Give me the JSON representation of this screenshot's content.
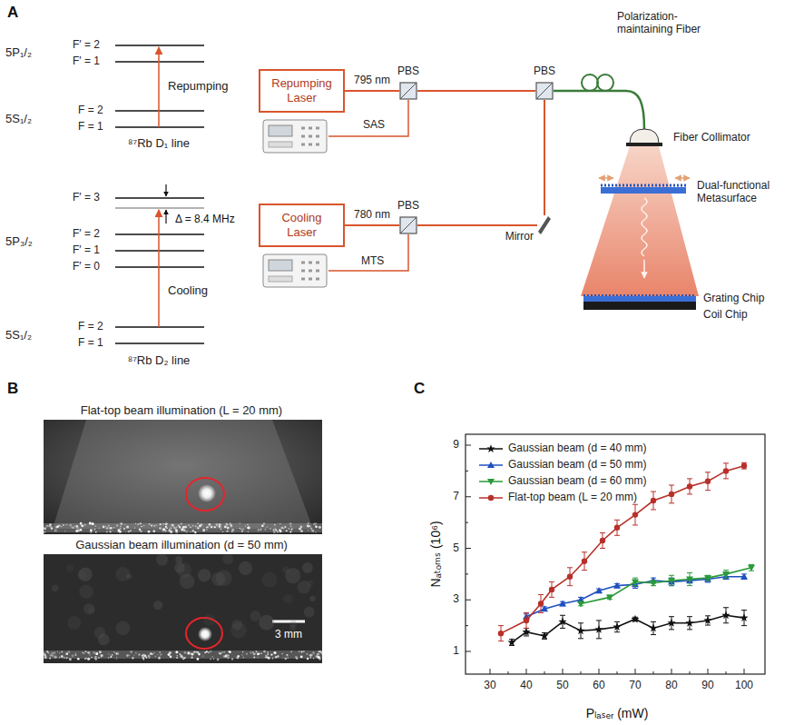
{
  "diagram": {
    "nodes": [
      {
        "text": [
          "Repumping Laser"
        ]
      },
      {
        "text": [
          "Cooling Laser"
        ]
      },
      {
        "text": [
          "PBS"
        ]
      },
      {
        "text": [
          "PBS"
        ]
      },
      {
        "text": [
          "PBS"
        ]
      },
      {
        "text": [
          "Mirror"
        ]
      }
    ],
    "edges": [
      {
        "from": 0,
        "to": 2,
        "arrow": "none",
        "label": "795 nm"
      },
      {
        "from": 2,
        "to": 3,
        "arrow": "none"
      },
      {
        "from": 1,
        "to": 4,
        "arrow": "none",
        "label": "780 nm"
      },
      {
        "from": 4,
        "to": 5,
        "arrow": "none"
      },
      {
        "from": 5,
        "to": 3,
        "arrow": "none"
      }
    ],
    "labels": [
      "A",
      "B",
      "C",
      "5P₁/₂",
      "F′ = 2",
      "F′ = 1",
      "Repumping",
      "5S₁/₂",
      "F = 2",
      "F = 1",
      "⁸⁷Rb D₁ line",
      "F′ = 3",
      "Δ = 8.4 MHz",
      "5P₃/₂",
      "F′ = 2",
      "F′ = 1",
      "F′ = 0",
      "Cooling",
      "5S₁/₂",
      "F = 2",
      "F = 1",
      "⁸⁷Rb D₂ line",
      "SAS",
      "MTS",
      "Polarization-maintaining Fiber",
      "Fiber Collimator",
      "Dual-functional Metasurface",
      "Grating Chip",
      "Coil Chip",
      "Flat-top beam illumination (L = 20 mm)",
      "Gaussian beam illumination (d = 50 mm)",
      "3 mm",
      "30",
      "40",
      "50",
      "60",
      "70",
      "80",
      "90",
      "100",
      "1",
      "3",
      "5",
      "7",
      "9",
      "Nₐₜₒₘₛ (10⁶)",
      "Pₗₐₛₑᵣ (mW)"
    ],
    "legend": [
      {
        "text": "Gaussian beam (d = 40 mm)"
      },
      {
        "text": "Gaussian beam (d = 50 mm)"
      },
      {
        "text": "Gaussian beam (d = 60 mm)"
      },
      {
        "text": "Flat-top beam (L = 20 mm)"
      }
    ]
  }
}
